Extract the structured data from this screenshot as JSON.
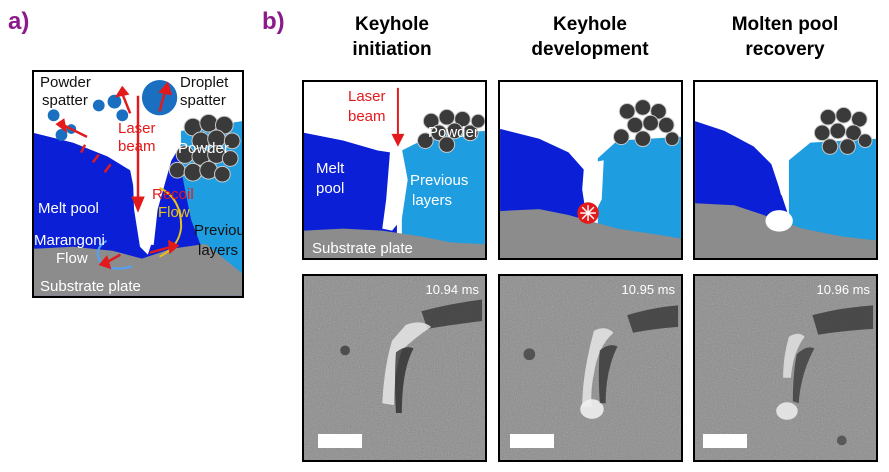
{
  "panels": {
    "a": "a)",
    "b": "b)"
  },
  "columns": [
    {
      "title_line1": "Keyhole",
      "title_line2": "initiation",
      "time": "10.94 ms"
    },
    {
      "title_line1": "Keyhole",
      "title_line2": "development",
      "time": "10.95 ms"
    },
    {
      "title_line1": "Molten pool",
      "title_line2": "recovery",
      "time": "10.96 ms"
    }
  ],
  "schematic_a": {
    "powder_spatter_1": "Powder",
    "powder_spatter_2": "spatter",
    "droplet_spatter_1": "Droplet",
    "droplet_spatter_2": "spatter",
    "laser_1": "Laser",
    "laser_2": "beam",
    "powder": "Powder",
    "recoil_1": "Recoil",
    "recoil_2": "Flow",
    "melt_pool": "Melt pool",
    "marangoni_1": "Marangoni",
    "marangoni_2": "Flow",
    "previous_1": "Previous",
    "previous_2": "layers",
    "substrate": "Substrate plate"
  },
  "schematic_b1": {
    "laser_1": "Laser",
    "laser_2": "beam",
    "powder": "Powder",
    "melt_1": "Melt",
    "melt_2": "pool",
    "previous_1": "Previous",
    "previous_2": "layers",
    "substrate": "Substrate plate"
  },
  "colors": {
    "melt_pool": "#0a1fd6",
    "previous_layers": "#1e9de0",
    "substrate": "#8c8c8c",
    "powder": "#3a3a3a",
    "arrow": "#e31a1c",
    "panel_label": "#8b1a8b"
  }
}
